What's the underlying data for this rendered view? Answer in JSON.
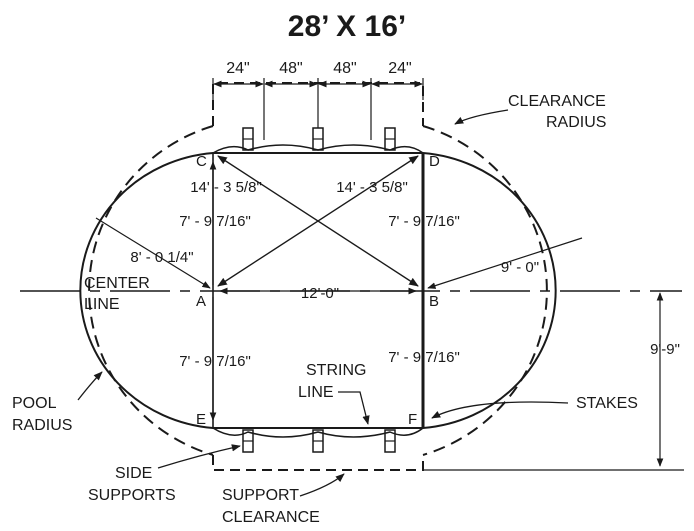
{
  "title": "28’ X 16’",
  "top_dims": {
    "d1": "24\"",
    "d2": "48\"",
    "d3": "48\"",
    "d4": "24\""
  },
  "points": {
    "a": "A",
    "b": "B",
    "c": "C",
    "d": "D",
    "e": "E",
    "f": "F"
  },
  "dimensions": {
    "diag_left": "14' - 3 5/8\"",
    "diag_right": "14' - 3 5/8\"",
    "upper_left": "7' - 9 7/16\"",
    "upper_right": "7' - 9 7/16\"",
    "lower_left": "7' - 9 7/16\"",
    "lower_right": "7' - 9 7/16\"",
    "left_radius": "8' - 0 1/4\"",
    "right_radius": "9' - 0\"",
    "center_span": "12'-0\"",
    "half_width": "9'-9\""
  },
  "labels": {
    "clearance_radius_1": "CLEARANCE",
    "clearance_radius_2": "RADIUS",
    "center_line_1": "CENTER",
    "center_line_2": "LINE",
    "string_line_1": "STRING",
    "string_line_2": "LINE",
    "pool_radius_1": "POOL",
    "pool_radius_2": "RADIUS",
    "stakes": "STAKES",
    "side_supports_1": "SIDE",
    "side_supports_2": "SUPPORTS",
    "support_clearance_1": "SUPPORT",
    "support_clearance_2": "CLEARANCE"
  },
  "colors": {
    "ink": "#1a1a1a",
    "background": "#ffffff"
  }
}
